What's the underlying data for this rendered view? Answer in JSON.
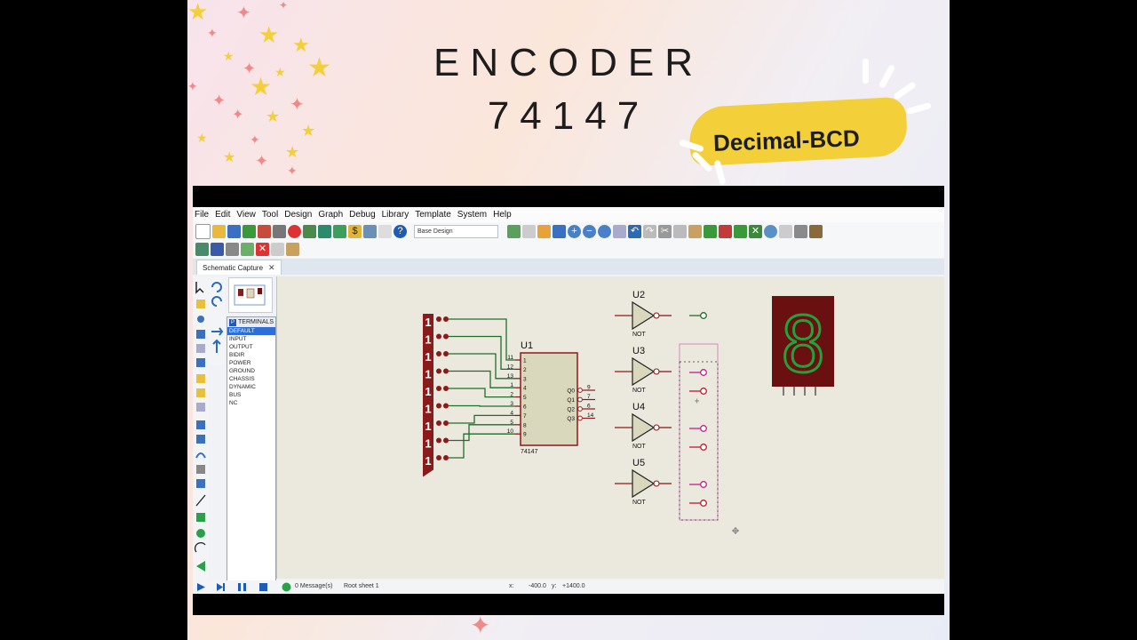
{
  "header": {
    "title_line1": "ENCODER",
    "title_line2": "74147",
    "badge": "Decimal-BCD"
  },
  "app": {
    "menu": [
      "File",
      "Edit",
      "View",
      "Tool",
      "Design",
      "Graph",
      "Debug",
      "Library",
      "Template",
      "System",
      "Help"
    ],
    "design_selector": "Base Design",
    "tab_label": "Schematic Capture",
    "object_panel": {
      "header": "TERMINALS",
      "header_icon": "P",
      "items": [
        "DEFAULT",
        "INPUT",
        "OUTPUT",
        "BIDIR",
        "POWER",
        "GROUND",
        "CHASSIS",
        "DYNAMIC",
        "BUS",
        "NC"
      ],
      "selected": "DEFAULT"
    },
    "status": {
      "messages": "0 Message(s)",
      "sheet": "Root sheet 1",
      "x_label": "x:",
      "x_value": "-400.0",
      "y_label": "y:",
      "y_value": "+1400.0"
    }
  },
  "schematic": {
    "u1_ref": "U1",
    "u1_part": "74147",
    "input_pins": [
      "11",
      "12",
      "13",
      "1",
      "2",
      "3",
      "4",
      "5",
      "10"
    ],
    "input_labels": [
      "1",
      "2",
      "3",
      "4",
      "5",
      "6",
      "7",
      "8",
      "9"
    ],
    "outputs": [
      {
        "label": "Q0",
        "pin": "9"
      },
      {
        "label": "Q1",
        "pin": "7"
      },
      {
        "label": "Q2",
        "pin": "6"
      },
      {
        "label": "Q3",
        "pin": "14"
      }
    ],
    "logic_bits": [
      "1",
      "1",
      "1",
      "1",
      "1",
      "1",
      "1",
      "1",
      "1"
    ],
    "gates": [
      {
        "ref": "U2",
        "type": "NOT"
      },
      {
        "ref": "U3",
        "type": "NOT"
      },
      {
        "ref": "U4",
        "type": "NOT"
      },
      {
        "ref": "U5",
        "type": "NOT"
      }
    ],
    "display_digit": "8"
  },
  "colors": {
    "wire": "#1f6e2a",
    "part_body": "#d9d7bc",
    "part_border": "#8b1a1a",
    "probe": "#c0208f",
    "display_bg": "#6a1010",
    "segment_on": "#1fa33a"
  }
}
